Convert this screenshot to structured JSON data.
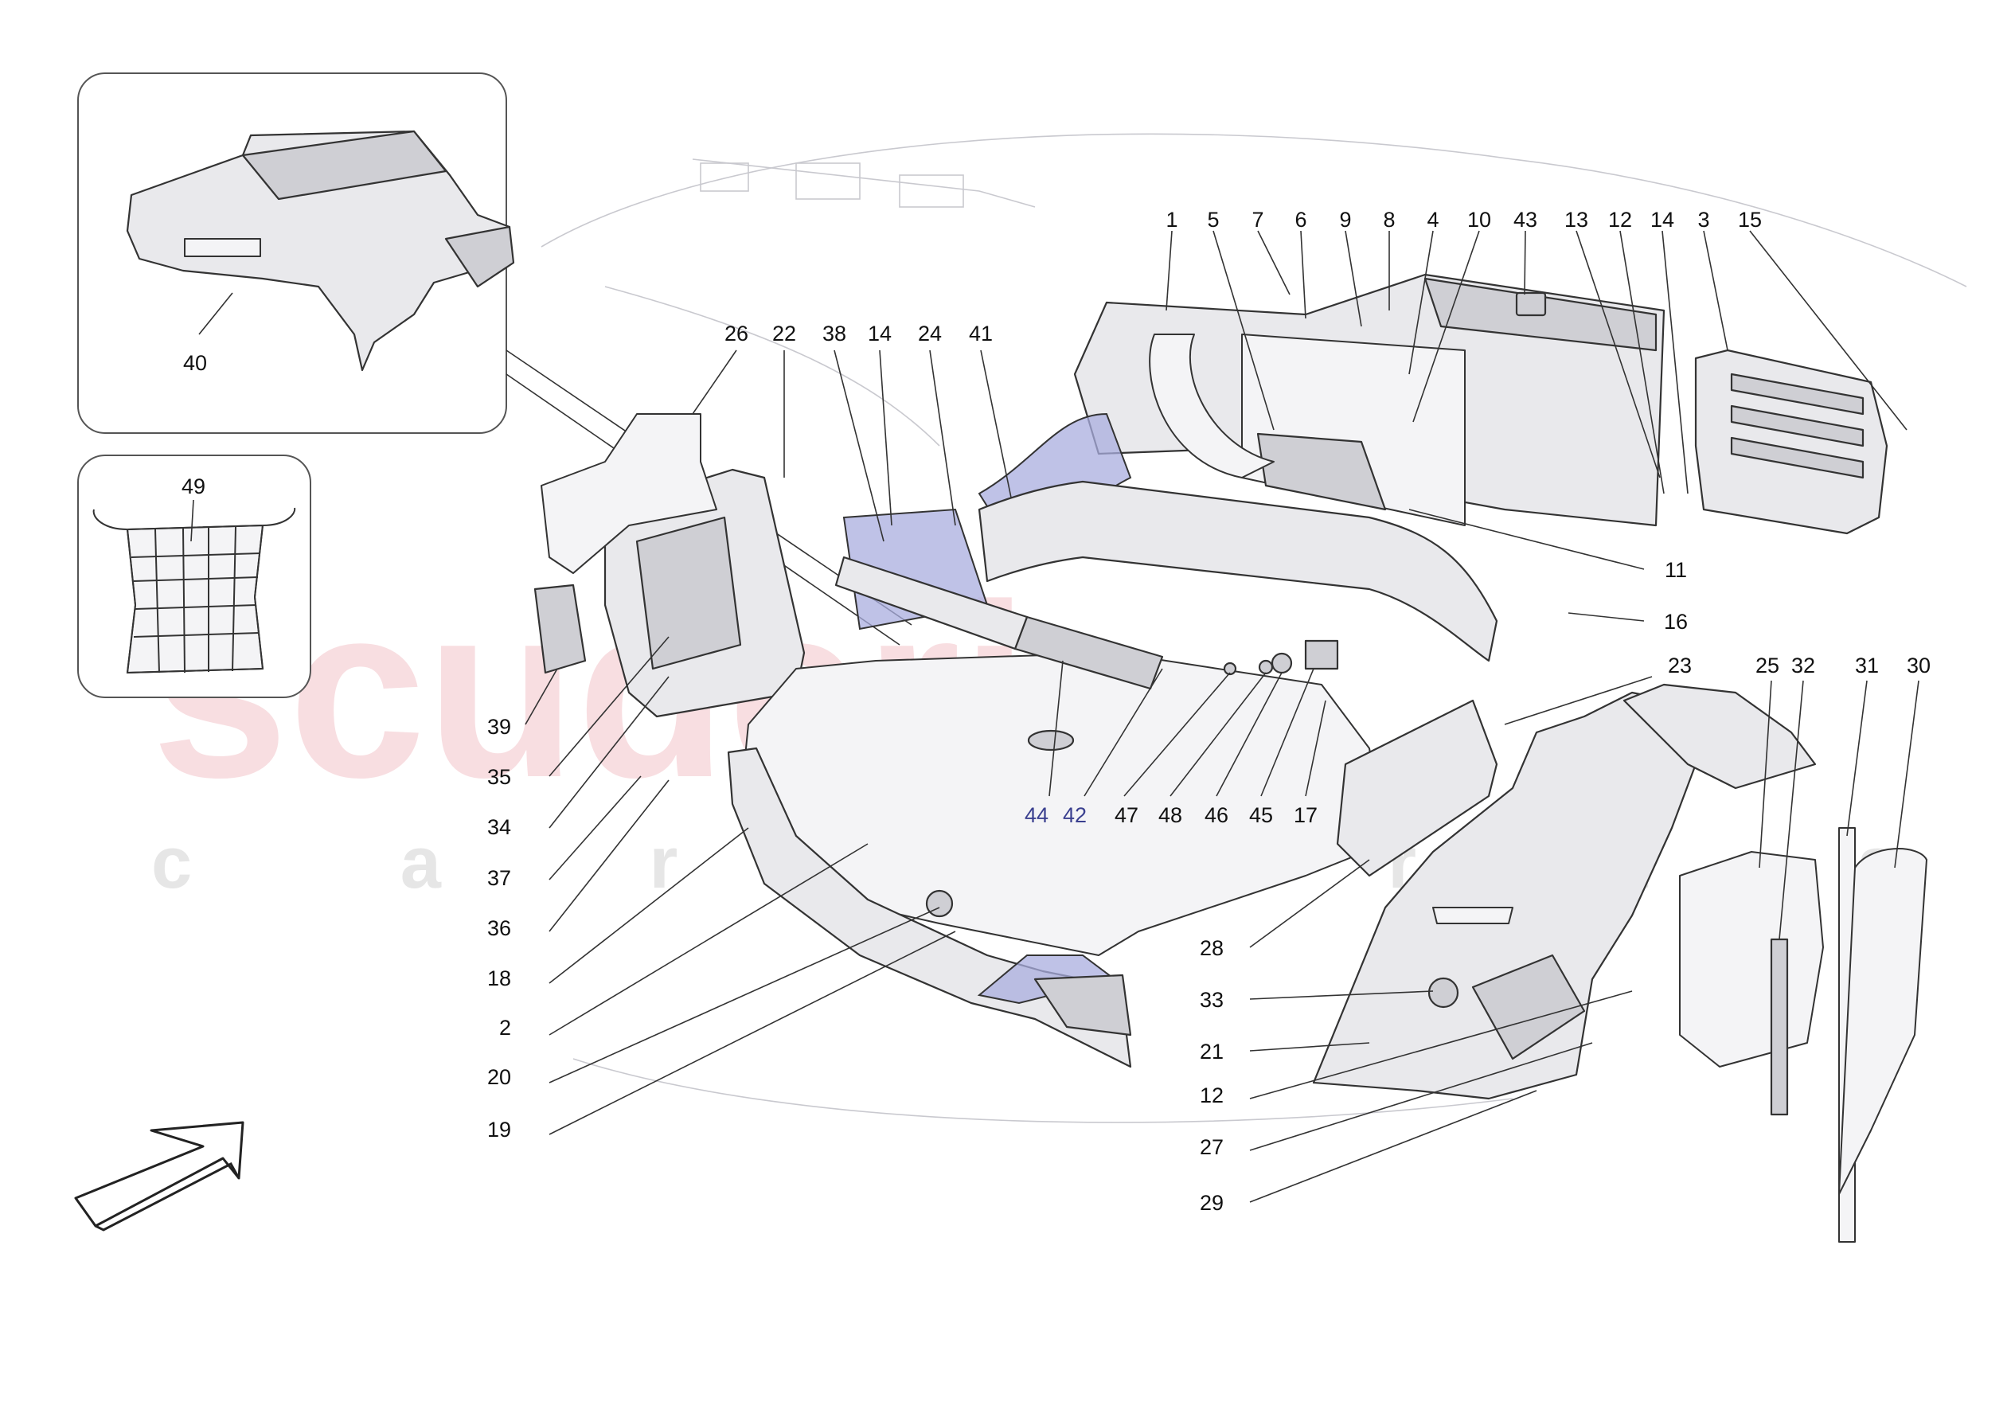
{
  "watermark": {
    "brand": "scuderia",
    "sub": "c a r p a r t s",
    "color": "#f3c2c8",
    "sub_color": "#e6e6e6"
  },
  "colors": {
    "highlight": "#a9addf",
    "part_fill": "#e9e9ec",
    "outline": "#333333",
    "callout_highlight": "#3a3f8f"
  },
  "insets": [
    {
      "id": "inset-40",
      "label": "40"
    },
    {
      "id": "inset-49",
      "label": "49"
    }
  ],
  "callouts": {
    "top_row": [
      "1",
      "5",
      "7",
      "6",
      "9",
      "8",
      "4",
      "10",
      "43",
      "13",
      "12",
      "14",
      "3",
      "15"
    ],
    "left_row": [
      "26",
      "22",
      "38",
      "14",
      "24",
      "41"
    ],
    "left_column": [
      "39",
      "35",
      "34",
      "37",
      "36",
      "18",
      "2",
      "20",
      "19"
    ],
    "center_row": [
      "44",
      "42",
      "47",
      "48",
      "46",
      "45",
      "17"
    ],
    "center_highlighted": [
      "44",
      "42"
    ],
    "right_side": [
      "11",
      "16",
      "23",
      "25",
      "32",
      "31",
      "30"
    ],
    "lower_center": [
      "28",
      "33",
      "21",
      "12",
      "27",
      "29"
    ]
  },
  "direction_icon": "arrow-icon"
}
